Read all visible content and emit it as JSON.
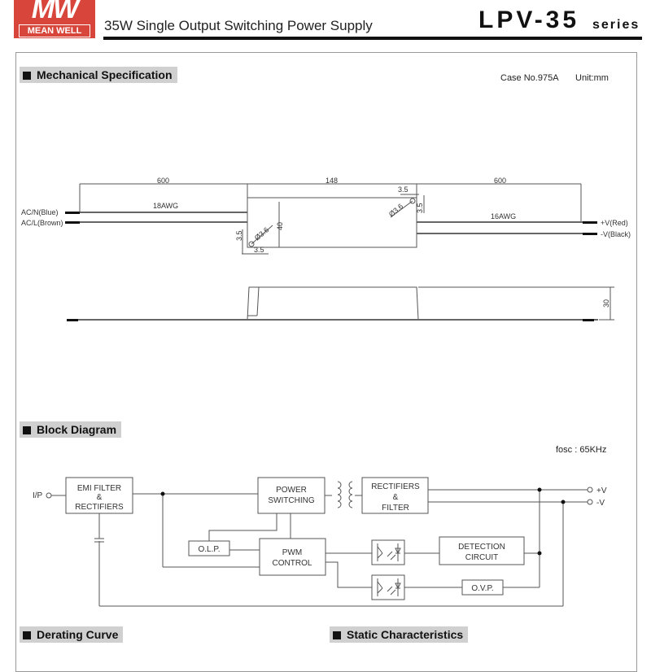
{
  "header": {
    "brand": {
      "mark": "MW",
      "name": "MEAN WELL",
      "color": "#d8453a"
    },
    "subtitle": "35W Single Output Switching Power Supply",
    "model": "LPV-35",
    "series_label": "series"
  },
  "sections": {
    "mechanical": {
      "title": "Mechanical Specification",
      "case_no": "Case No.975A",
      "unit": "Unit:mm",
      "labels": {
        "dim_left_wire": "600",
        "dim_body_length": "148",
        "dim_right_wire": "600",
        "input_awg": "18AWG",
        "output_awg": "16AWG",
        "input_n": "AC/N(Blue)",
        "input_l": "AC/L(Brown)",
        "output_pos": "+V(Red)",
        "output_neg": "-V(Black)",
        "dim_width": "40",
        "dim_height": "30",
        "hole_dia": "Ø3.6",
        "hole_offset": "3.5"
      }
    },
    "block_diagram": {
      "title": "Block Diagram",
      "fosc": "fosc :  65KHz",
      "blocks": {
        "emi_filter": [
          "EMI FILTER",
          "&",
          "RECTIFIERS"
        ],
        "power_switching": [
          "POWER",
          "SWITCHING"
        ],
        "rectifiers_filter": [
          "RECTIFIERS",
          "&",
          "FILTER"
        ],
        "olp": "O.L.P.",
        "pwm_control": [
          "PWM",
          "CONTROL"
        ],
        "detection_circuit": [
          "DETECTION",
          "CIRCUIT"
        ],
        "ovp": "O.V.P."
      },
      "terminals": {
        "input": "I/P",
        "pos": "+V",
        "neg": "-V"
      }
    },
    "derating": {
      "title": "Derating Curve"
    },
    "static": {
      "title": "Static Characteristics"
    }
  }
}
